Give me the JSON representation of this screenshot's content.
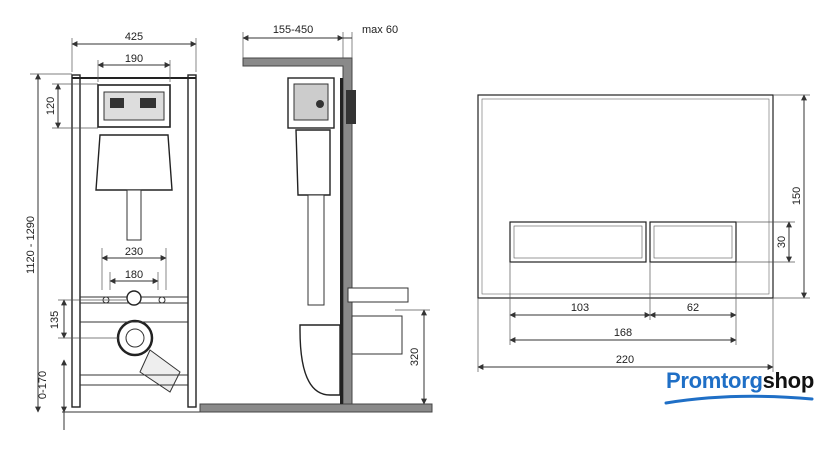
{
  "brand": {
    "part1": "Promtorg",
    "part2": "shop",
    "blue": "#1f6fc6",
    "dark": "#111111"
  },
  "front_view": {
    "width_total": "425",
    "width_top": "190",
    "height_top": "120",
    "height_total": "1120 - 1290",
    "spacing_outer": "230",
    "spacing_inner": "180",
    "height_drain": "135",
    "height_feet": "0-170"
  },
  "side_view": {
    "depth": "155-450",
    "max": "max 60",
    "height_outlet": "320"
  },
  "panel_view": {
    "height": "150",
    "button_height": "30",
    "left_button": "103",
    "right_button": "62",
    "buttons_total": "168",
    "width": "220"
  }
}
